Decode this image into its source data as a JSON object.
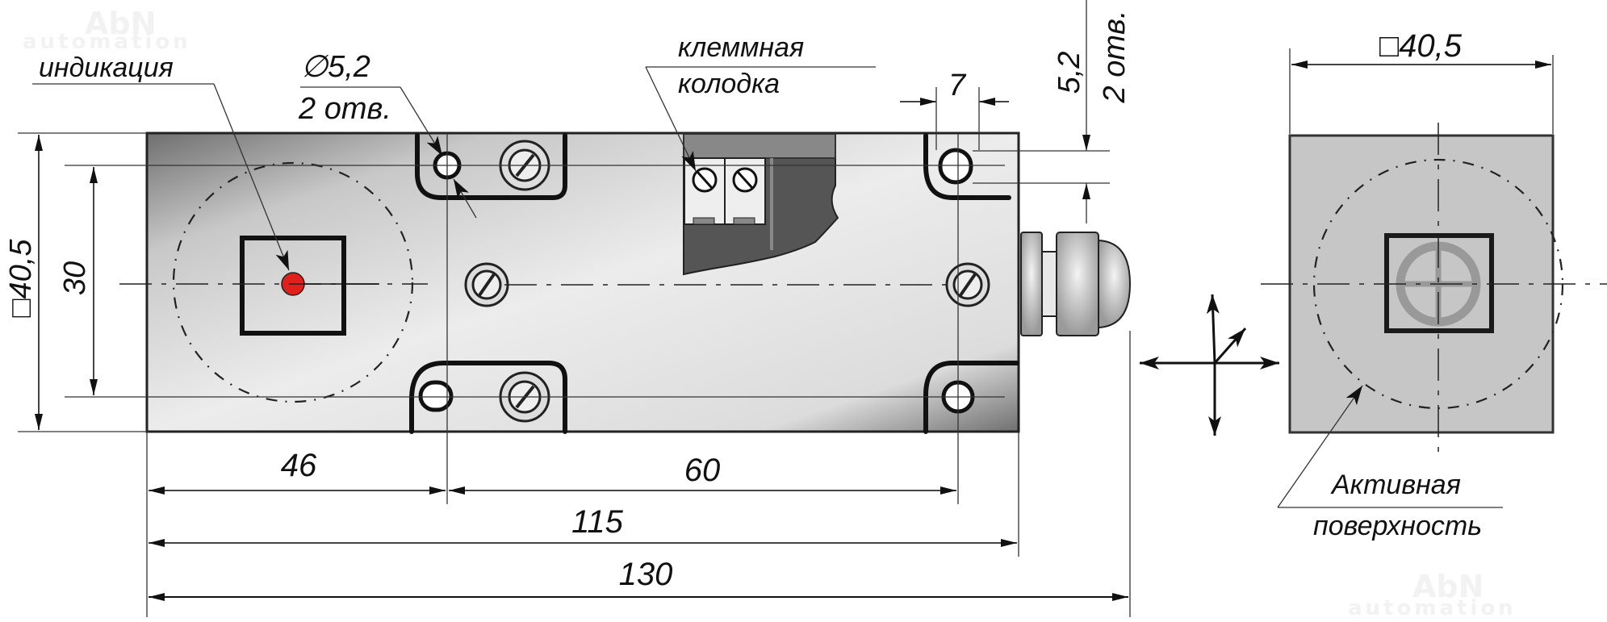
{
  "drawing": {
    "title": "Inductive proximity sensor dimensional drawing",
    "watermark": {
      "line1": "AbN",
      "line2": "automation"
    },
    "colors": {
      "indicator_led": "#e0201a",
      "housing_light": "#e6e6e6",
      "housing_dark": "#6f6f6f",
      "face_fill": "#c6c6c6",
      "terminal_block_dark": "#555555",
      "terminal_block_cover": "#888888",
      "target_symbol": "#999999"
    }
  },
  "labels": {
    "indication": "индикация",
    "hole_diameter": "∅5,2",
    "hole_count": "2 отв.",
    "terminal_block_line1": "клеммная",
    "terminal_block_line2": "колодка",
    "active_surface_line1": "Активная",
    "active_surface_line2": "поверхность"
  },
  "dimensions": {
    "height_square": "□40,5",
    "mounting_spacing_vertical": "30",
    "slot_width": "7",
    "slot_height": "5,2",
    "slot_count": "2 отв.",
    "face_square": "□40,5",
    "center_to_mount": "46",
    "mount_spacing": "60",
    "body_length": "115",
    "total_length": "130"
  },
  "icons": {
    "axes": "direction-arrows-icon",
    "target": "target-crosshair-icon"
  }
}
